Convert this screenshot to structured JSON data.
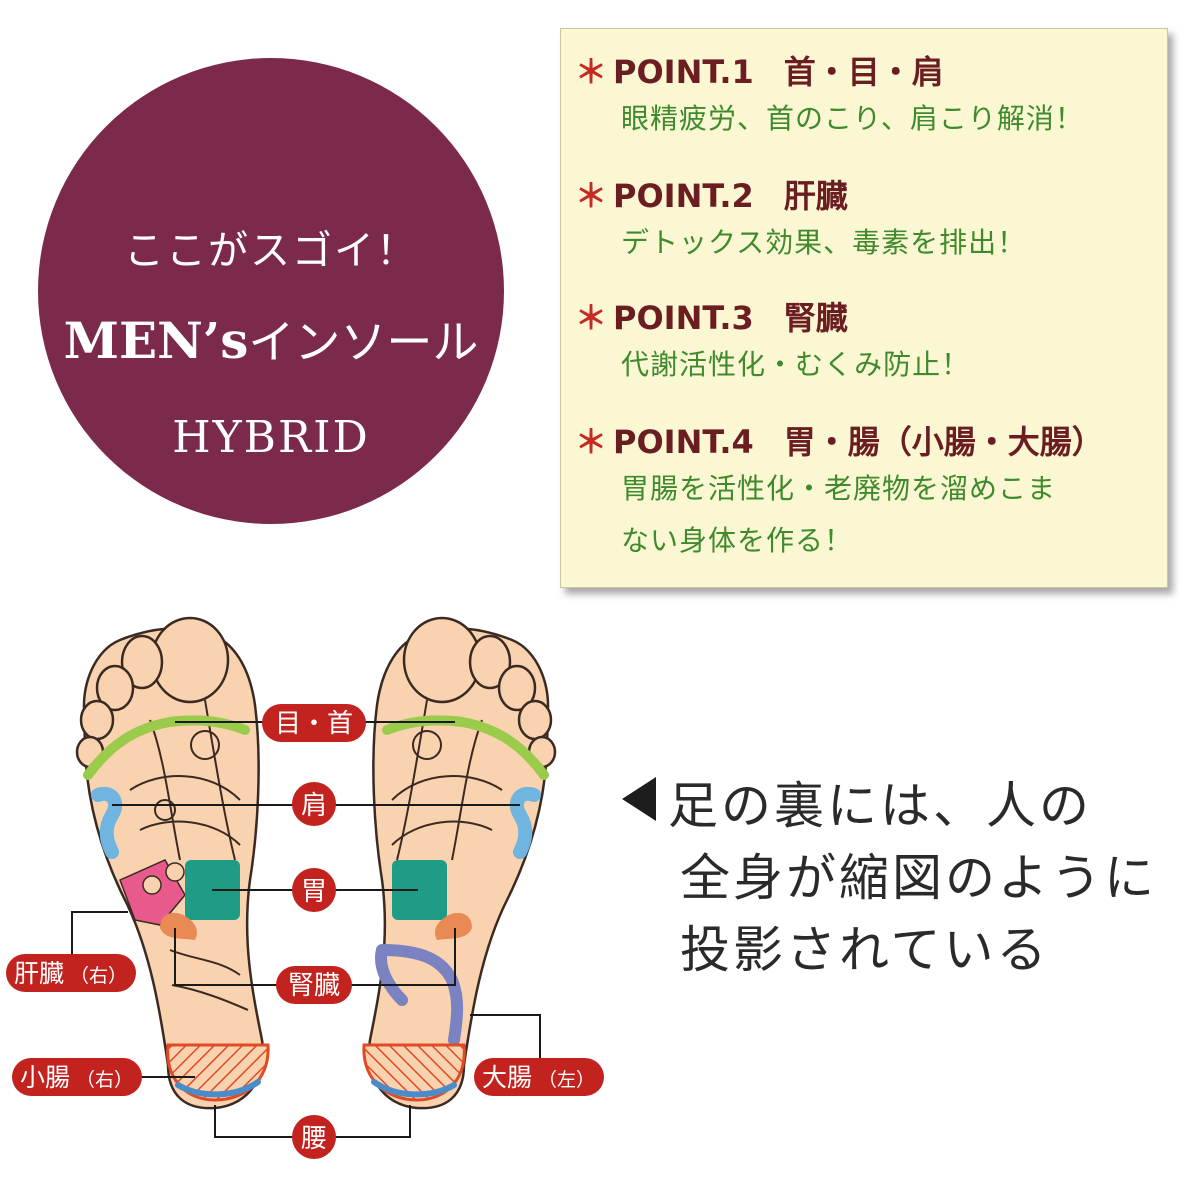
{
  "badge": {
    "line1": "ここがスゴイ！",
    "line2_en": "MEN’s",
    "line2_jp": "インソール",
    "line3": "HYBRID",
    "color": "#7b2a4c"
  },
  "points": [
    {
      "star": "＊",
      "label": "POINT.1",
      "category": "首・目・肩",
      "desc": [
        "眼精疲労、首のこり、肩こり解消！"
      ]
    },
    {
      "star": "＊",
      "label": "POINT.2",
      "category": "肝臓",
      "desc": [
        "デトックス効果、毒素を排出！"
      ]
    },
    {
      "star": "＊",
      "label": "POINT.3",
      "category": "腎臓",
      "desc": [
        "代謝活性化・むくみ防止！"
      ]
    },
    {
      "star": "＊",
      "label": "POINT.4",
      "category": "胃・腸（小腸・大腸）",
      "desc": [
        "胃腸を活性化・老廃物を溜めこま",
        "ない身体を作る！"
      ]
    }
  ],
  "diagram": {
    "labels": {
      "eye_neck": "目・首",
      "shoulder": "肩",
      "stomach": "胃",
      "kidney": "腎臓",
      "liver": "肝臓",
      "liver_side": "（右）",
      "small_intestine": "小腸",
      "small_intestine_side": "（右）",
      "large_intestine": "大腸",
      "large_intestine_side": "（左）",
      "waist": "腰"
    },
    "colors": {
      "skin": "#f9d2b0",
      "outline": "#3a2a22",
      "eye_neck_zone": "#9acb4a",
      "shoulder_zone": "#6fb5df",
      "stomach_zone": "#1e9c86",
      "liver_zone": "#e85a8e",
      "kidney_zone": "#e98a55",
      "large_intestine_zone": "#7a82c2",
      "heel_zone": "#e24a24",
      "waist_zone": "#4b8cc8",
      "label_red": "#c3231e"
    }
  },
  "caption": {
    "lines": [
      "足の裏には、人の",
      "全身が縮図のように",
      "投影されている"
    ]
  }
}
